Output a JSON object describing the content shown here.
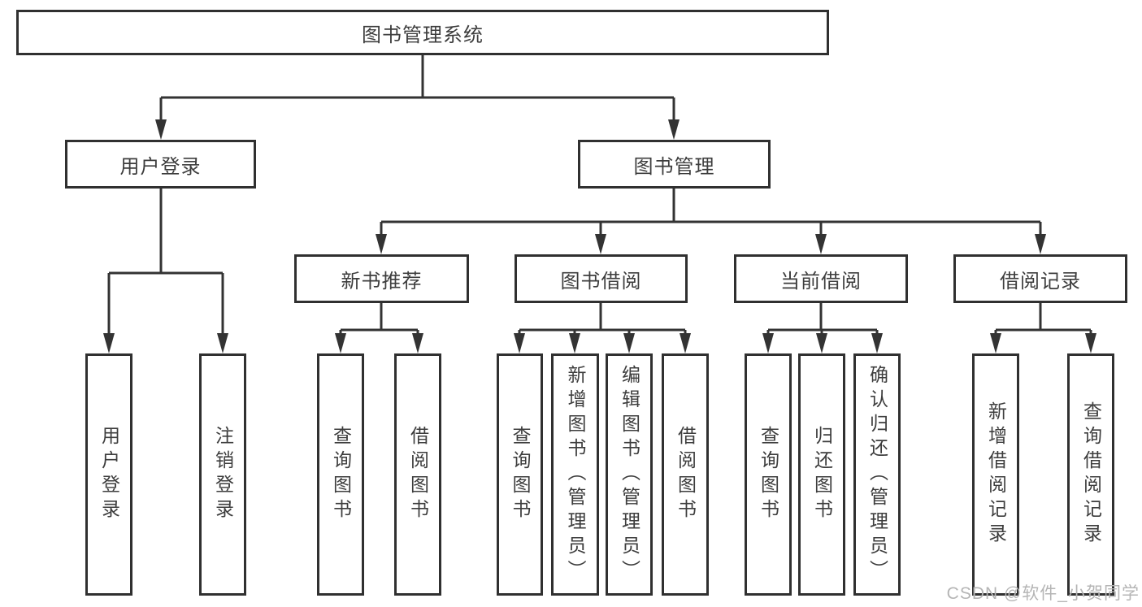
{
  "diagram": {
    "tree": {
      "label": "图书管理系统",
      "children": [
        {
          "label": "用户登录",
          "children": [
            {
              "label": "用户登录"
            },
            {
              "label": "注销登录"
            }
          ]
        },
        {
          "label": "图书管理",
          "children": [
            {
              "label": "新书推荐",
              "children": [
                {
                  "label": "查询图书"
                },
                {
                  "label": "借阅图书"
                }
              ]
            },
            {
              "label": "图书借阅",
              "children": [
                {
                  "label": "查询图书"
                },
                {
                  "label": "新增图书（管理员）"
                },
                {
                  "label": "编辑图书（管理员）"
                },
                {
                  "label": "借阅图书"
                }
              ]
            },
            {
              "label": "当前借阅",
              "children": [
                {
                  "label": "查询图书"
                },
                {
                  "label": "归还图书"
                },
                {
                  "label": "确认归还（管理员）"
                }
              ]
            },
            {
              "label": "借阅记录",
              "children": [
                {
                  "label": "新增借阅记录"
                },
                {
                  "label": "查询借阅记录"
                }
              ]
            }
          ]
        }
      ]
    },
    "colors": {
      "border": "#303030",
      "text": "#3d3d3d",
      "connector": "#333333",
      "watermark": "#b5b5b5",
      "background": "#ffffff"
    }
  },
  "watermark": {
    "text": "CSDN @软件_小贺同学"
  }
}
